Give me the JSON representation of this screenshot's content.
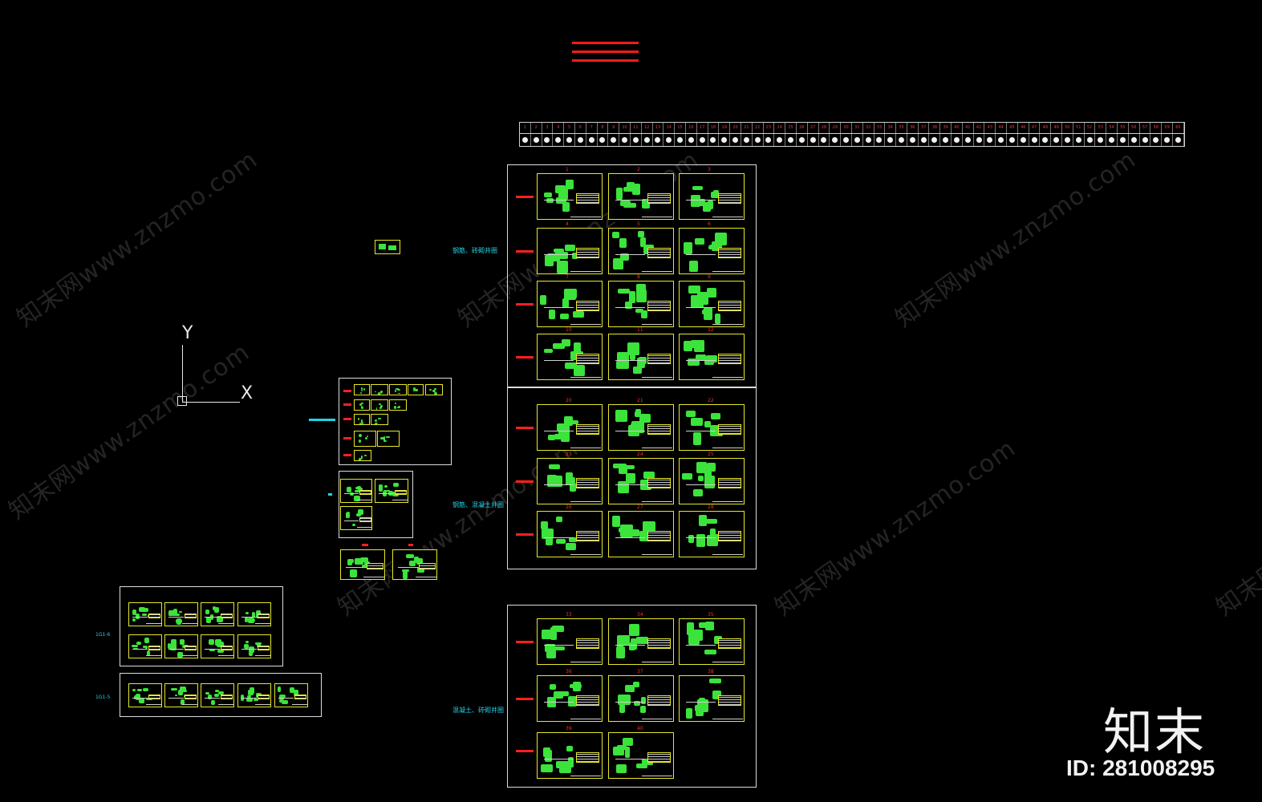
{
  "labels": {
    "axis_y": "Y",
    "axis_x": "X",
    "group_1": "钢筋、砖砌井圈",
    "group_2": "钢筋、混凝土井圈",
    "group_3": "混凝土、砖砌井圈",
    "side_a": "1G1-6",
    "side_b": "1G1-5"
  },
  "brand": {
    "logo_text": "知末",
    "id_text": "ID: 281008295"
  },
  "watermark_text": "知末网www.znzmo.com",
  "sheet_numbers": {
    "group_1": [
      "1",
      "2",
      "3",
      "4",
      "5",
      "6",
      "7",
      "8",
      "9",
      "10",
      "11",
      "12"
    ],
    "group_2": [
      "20",
      "21",
      "22",
      "23",
      "24",
      "25",
      "26",
      "27",
      "28"
    ],
    "group_3": [
      "33",
      "34",
      "35",
      "36",
      "37",
      "38",
      "39",
      "40"
    ]
  },
  "strip": {
    "cells": [
      "1",
      "2",
      "3",
      "4",
      "5",
      "6",
      "7",
      "8",
      "9",
      "10",
      "11",
      "12",
      "13",
      "14",
      "15",
      "16",
      "17",
      "18",
      "19",
      "20",
      "21",
      "22",
      "23",
      "24",
      "25",
      "26",
      "27",
      "28",
      "29",
      "30",
      "31",
      "32",
      "33",
      "34",
      "35",
      "36",
      "37",
      "38",
      "39",
      "40",
      "41",
      "42",
      "43",
      "44",
      "45",
      "46",
      "47",
      "48",
      "49",
      "50",
      "51",
      "52",
      "53",
      "54",
      "55",
      "56",
      "57",
      "58",
      "59",
      "60"
    ]
  },
  "colors": {
    "background": "#000000",
    "title_red": "#ff1a1a",
    "sheet_border": "#e7e72a",
    "drawing_green": "#3be33b",
    "label_cyan": "#22d3e6",
    "frame_white": "#dcdcdc"
  }
}
